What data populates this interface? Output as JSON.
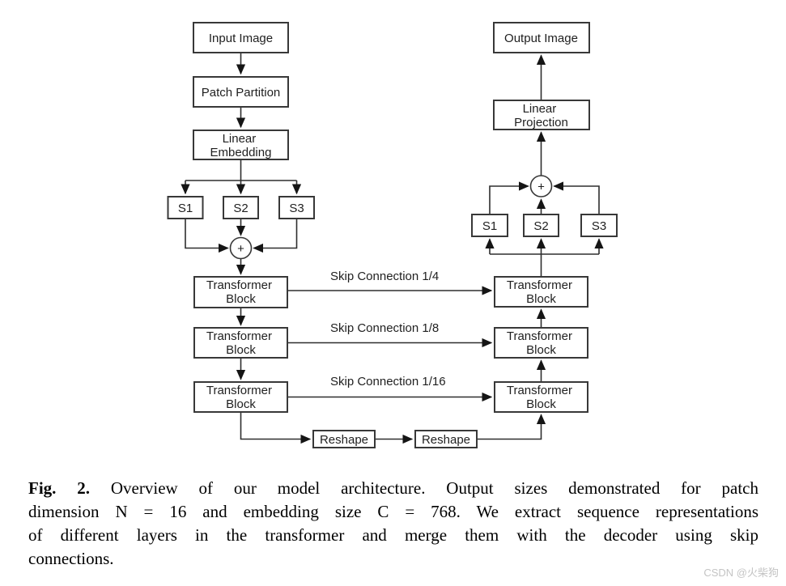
{
  "figure": {
    "encoder": {
      "input_image": "Input Image",
      "patch_partition": "Patch Partition",
      "linear_embedding": [
        "Linear",
        "Embedding"
      ],
      "stages": [
        "S1",
        "S2",
        "S3"
      ],
      "sum_symbol": "+"
    },
    "decoder": {
      "output_image": "Output Image",
      "linear_projection": [
        "Linear",
        "Projection"
      ],
      "stages": [
        "S1",
        "S2",
        "S3"
      ],
      "sum_symbol": "+"
    },
    "transformer_block": [
      "Transformer",
      "Block"
    ],
    "reshape": "Reshape",
    "skip_connections": [
      "Skip Connection 1/4",
      "Skip Connection 1/8",
      "Skip Connection 1/16"
    ],
    "colors": {
      "box_stroke": "#383838",
      "edge_stroke": "#2e2e2e",
      "text": "#1f1f1f",
      "background": "#ffffff"
    }
  },
  "caption": {
    "fig_label": "Fig. 2.",
    "line1": "Overview of our model architecture. Output sizes demonstrated for patch",
    "line2": "dimension N = 16 and embedding size C = 768. We extract sequence representations",
    "line3": "of different layers in the transformer and merge them with the decoder using skip",
    "line4": "connections."
  },
  "watermark": {
    "text": "CSDN @火柴狗",
    "color": "#c4c4c4"
  }
}
